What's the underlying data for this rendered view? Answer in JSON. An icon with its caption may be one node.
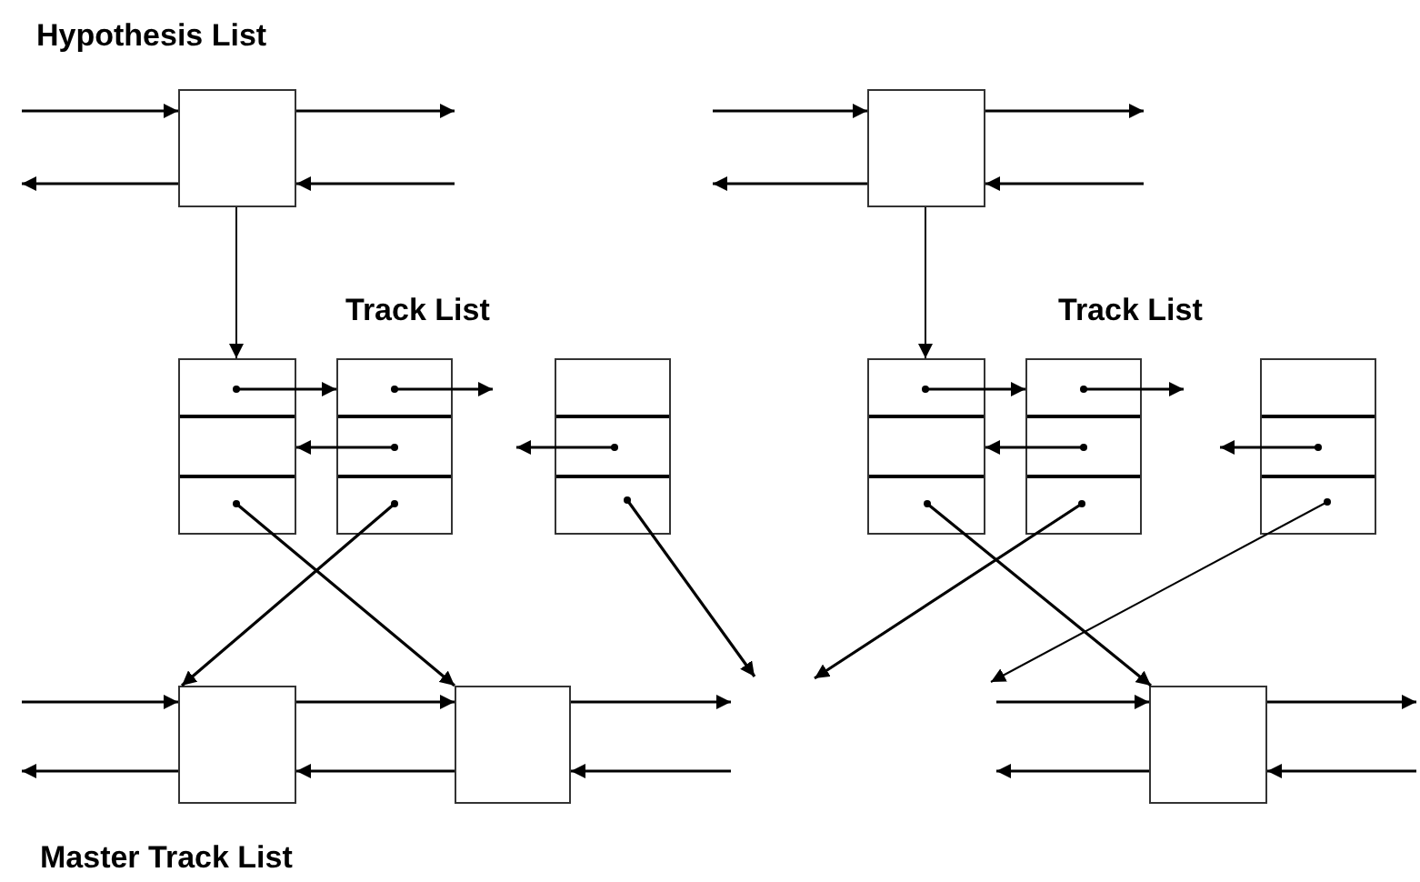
{
  "diagram": {
    "nodes": [
      {
        "text": [],
        "shape": "box"
      },
      {
        "text": [],
        "shape": "box"
      },
      {
        "text": [],
        "shape": "box"
      },
      {
        "text": [],
        "shape": "box"
      },
      {
        "text": [],
        "shape": "box"
      },
      {
        "text": [],
        "shape": "box"
      },
      {
        "text": [],
        "shape": "box"
      },
      {
        "text": [],
        "shape": "box"
      },
      {
        "text": [],
        "shape": "box"
      },
      {
        "text": [],
        "shape": "box"
      },
      {
        "text": [],
        "shape": "box"
      }
    ],
    "edges": [
      {
        "from": null,
        "to": 0,
        "arrow": "to"
      },
      {
        "from": 0,
        "to": null,
        "arrow": "to"
      },
      {
        "from": 0,
        "to": null,
        "arrow": "to"
      },
      {
        "from": null,
        "to": 0,
        "arrow": "to"
      },
      {
        "from": null,
        "to": 1,
        "arrow": "to"
      },
      {
        "from": 1,
        "to": null,
        "arrow": "to"
      },
      {
        "from": 1,
        "to": null,
        "arrow": "to"
      },
      {
        "from": null,
        "to": 1,
        "arrow": "to"
      },
      {
        "from": 0,
        "to": 2,
        "arrow": "to"
      },
      {
        "from": 1,
        "to": 5,
        "arrow": "to"
      },
      {
        "from": 2,
        "to": 3,
        "arrow": "to"
      },
      {
        "from": 3,
        "to": null,
        "arrow": "to"
      },
      {
        "from": 3,
        "to": 2,
        "arrow": "to"
      },
      {
        "from": 4,
        "to": null,
        "arrow": "to"
      },
      {
        "from": 2,
        "to": 9,
        "arrow": "to"
      },
      {
        "from": 3,
        "to": 8,
        "arrow": "to"
      },
      {
        "from": 4,
        "to": null,
        "arrow": "to"
      },
      {
        "from": 5,
        "to": 6,
        "arrow": "to"
      },
      {
        "from": 6,
        "to": null,
        "arrow": "to"
      },
      {
        "from": 6,
        "to": 5,
        "arrow": "to"
      },
      {
        "from": 7,
        "to": null,
        "arrow": "to"
      },
      {
        "from": 5,
        "to": 10,
        "arrow": "to"
      },
      {
        "from": 6,
        "to": null,
        "arrow": "to"
      },
      {
        "from": 7,
        "to": null,
        "arrow": "to"
      },
      {
        "from": null,
        "to": 8,
        "arrow": "to"
      },
      {
        "from": 8,
        "to": 9,
        "arrow": "to"
      },
      {
        "from": 9,
        "to": null,
        "arrow": "to"
      },
      {
        "from": 8,
        "to": null,
        "arrow": "to"
      },
      {
        "from": 9,
        "to": 8,
        "arrow": "to"
      },
      {
        "from": null,
        "to": 9,
        "arrow": "to"
      },
      {
        "from": null,
        "to": 10,
        "arrow": "to"
      },
      {
        "from": 10,
        "to": null,
        "arrow": "to"
      },
      {
        "from": 10,
        "to": null,
        "arrow": "to"
      },
      {
        "from": null,
        "to": 10,
        "arrow": "to"
      }
    ],
    "labels": [
      "Hypothesis List",
      "Track List",
      "Track List",
      "Master Track List"
    ]
  }
}
